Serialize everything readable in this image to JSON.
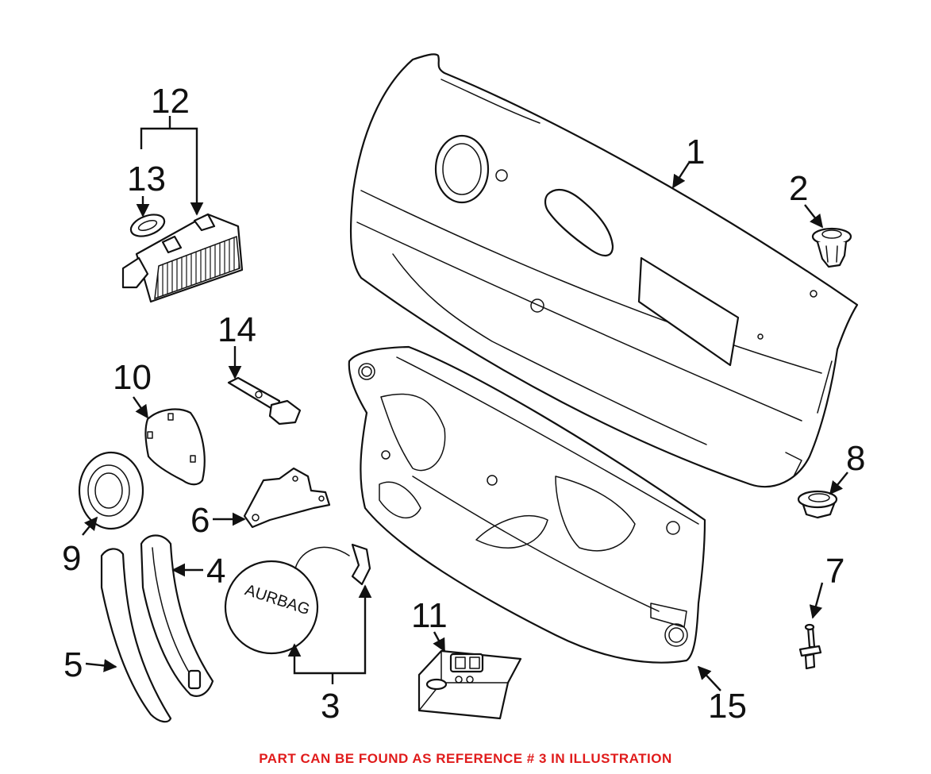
{
  "callouts": [
    "1",
    "2",
    "3",
    "4",
    "5",
    "6",
    "7",
    "8",
    "9",
    "10",
    "11",
    "12",
    "13",
    "14",
    "15"
  ],
  "airbag_label": "AURBAG",
  "footer_note": "PART CAN BE FOUND AS REFERENCE # 3 IN ILLUSTRATION",
  "colors": {
    "note": "#e01b1b",
    "line": "#111111",
    "background": "#ffffff"
  }
}
